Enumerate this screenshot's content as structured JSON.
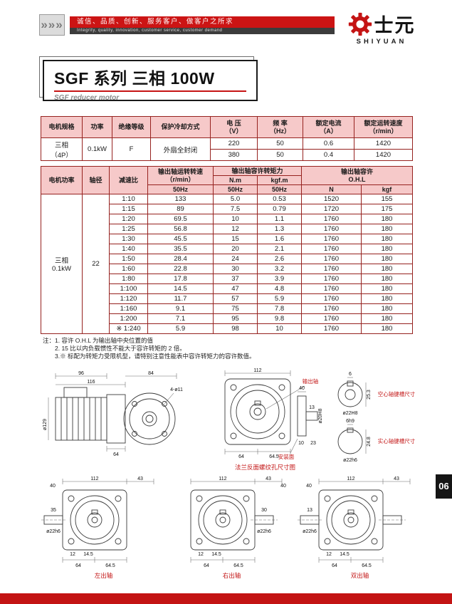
{
  "header": {
    "chevrons": "»»»",
    "slogan_cn": "诚信、品质、创新、服务客户、做客户之所求",
    "slogan_en": "Integrity, quality, innovation, customer service, customer demand",
    "brand_cn": "士元",
    "brand_en": "SHIYUAN"
  },
  "title": {
    "main": "SGF 系列 三相 100W",
    "sub": "SGF reducer motor"
  },
  "spec_table": {
    "headers": [
      "电机规格",
      "功率",
      "绝缘等级",
      "保护冷却方式",
      "电 压\n（V）",
      "频 率\n（Hz）",
      "额定电流\n（A）",
      "额定运转速度\n（r/min）"
    ],
    "row1": {
      "spec": "三相\n（4P）",
      "power": "0.1kW",
      "insulation": "F",
      "cooling": "外扇全封闭",
      "v": "220",
      "hz": "50",
      "a": "0.6",
      "rpm": "1420"
    },
    "row2": {
      "v": "380",
      "hz": "50",
      "a": "0.4",
      "rpm": "1420"
    }
  },
  "gear_table": {
    "headers": {
      "power": "电机功率",
      "shaft": "轴径",
      "ratio": "减速比",
      "speed": "输出轴运转转速\n（r/min）",
      "torque": "输出轴容许转矩力",
      "nm": "N.m",
      "kgfm": "kgf.m",
      "hz": "50Hz",
      "ohl": "输出轴容许\nO.H.L",
      "n": "N",
      "kgf": "kgf"
    },
    "power": "三相\n0.1kW",
    "shaft": "22",
    "rows": [
      {
        "ratio": "1:10",
        "speed": "133",
        "nm": "5.0",
        "kgfm": "0.53",
        "n": "1520",
        "kgf": "155"
      },
      {
        "ratio": "1:15",
        "speed": "89",
        "nm": "7.5",
        "kgfm": "0.79",
        "n": "1720",
        "kgf": "175"
      },
      {
        "ratio": "1:20",
        "speed": "69.5",
        "nm": "10",
        "kgfm": "1.1",
        "n": "1760",
        "kgf": "180"
      },
      {
        "ratio": "1:25",
        "speed": "56.8",
        "nm": "12",
        "kgfm": "1.3",
        "n": "1760",
        "kgf": "180"
      },
      {
        "ratio": "1:30",
        "speed": "45.5",
        "nm": "15",
        "kgfm": "1.6",
        "n": "1760",
        "kgf": "180"
      },
      {
        "ratio": "1:40",
        "speed": "35.5",
        "nm": "20",
        "kgfm": "2.1",
        "n": "1760",
        "kgf": "180"
      },
      {
        "ratio": "1:50",
        "speed": "28.4",
        "nm": "24",
        "kgfm": "2.6",
        "n": "1760",
        "kgf": "180"
      },
      {
        "ratio": "1:60",
        "speed": "22.8",
        "nm": "30",
        "kgfm": "3.2",
        "n": "1760",
        "kgf": "180"
      },
      {
        "ratio": "1:80",
        "speed": "17.8",
        "nm": "37",
        "kgfm": "3.9",
        "n": "1760",
        "kgf": "180"
      },
      {
        "ratio": "1:100",
        "speed": "14.5",
        "nm": "47",
        "kgfm": "4.8",
        "n": "1760",
        "kgf": "180"
      },
      {
        "ratio": "1:120",
        "speed": "11.7",
        "nm": "57",
        "kgfm": "5.9",
        "n": "1760",
        "kgf": "180"
      },
      {
        "ratio": "1:160",
        "speed": "9.1",
        "nm": "75",
        "kgfm": "7.8",
        "n": "1760",
        "kgf": "180"
      },
      {
        "ratio": "1:200",
        "speed": "7.1",
        "nm": "95",
        "kgfm": "9.8",
        "n": "1760",
        "kgf": "180"
      },
      {
        "ratio": "※ 1:240",
        "speed": "5.9",
        "nm": "98",
        "kgfm": "10",
        "n": "1760",
        "kgf": "180"
      }
    ]
  },
  "notes": {
    "line1": "注：1. 容许 O.H.L 为输出轴中央位置的值",
    "line2": "2. 15 比以内负载惯性不能大于容许转矩的 2 倍。",
    "line3": "3.※ 标配为转矩力受限机型，请特别注意性能表中容许转矩力的容许数值。"
  },
  "drawings": {
    "side": {
      "dims": [
        "96",
        "116",
        "84",
        "64",
        "4-ø11",
        "ø129"
      ]
    },
    "flange": {
      "dims": [
        "112",
        "40",
        "13",
        "10",
        "23",
        "ø20H8",
        "64",
        "64.5"
      ],
      "label_shaft": "输出轴",
      "label_mount": "安装面",
      "caption": "法兰反面螺纹孔尺寸图"
    },
    "keyway_hollow": {
      "caption": "空心轴键槽尺寸",
      "dims": [
        "6",
        "25.3",
        "ø22H8"
      ]
    },
    "keyway_solid": {
      "caption": "实心轴键槽尺寸",
      "dims": [
        "6h9",
        "24.8",
        "ø22h6"
      ]
    },
    "left_shaft": {
      "caption": "左出轴",
      "dims": [
        "112",
        "43",
        "40",
        "35",
        "ø22h6",
        "12",
        "14.5",
        "64",
        "64.5"
      ]
    },
    "right_shaft": {
      "caption": "右出轴",
      "dims": [
        "112",
        "43",
        "40",
        "30",
        "ø22h6",
        "12",
        "14.5",
        "64",
        "64.5"
      ]
    },
    "double_shaft": {
      "caption": "双出轴",
      "dims": [
        "112",
        "43",
        "40",
        "13",
        "ø22h6",
        "12",
        "14.5",
        "64",
        "64.5"
      ]
    }
  },
  "page": {
    "number": "06"
  }
}
